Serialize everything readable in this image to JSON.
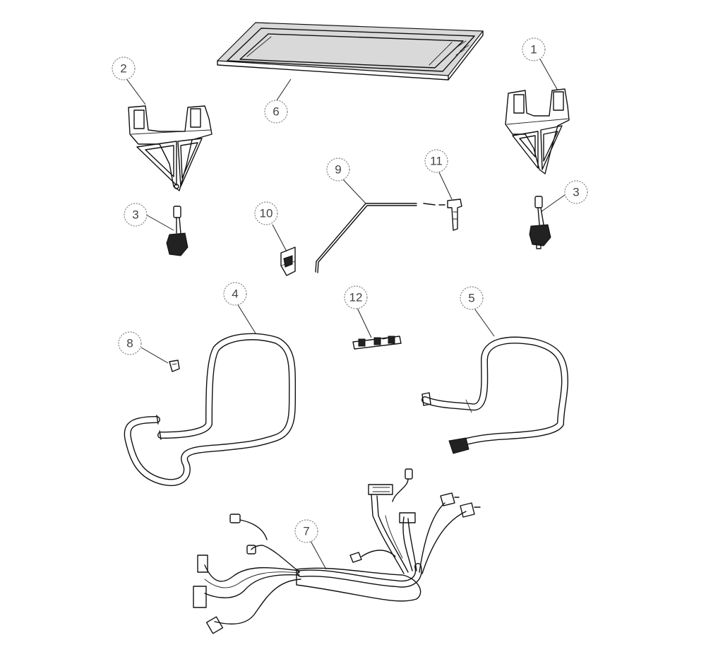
{
  "callouts": [
    {
      "id": "c1",
      "label": "1"
    },
    {
      "id": "c2",
      "label": "2"
    },
    {
      "id": "c3a",
      "label": "3"
    },
    {
      "id": "c3b",
      "label": "3"
    },
    {
      "id": "c4",
      "label": "4"
    },
    {
      "id": "c5",
      "label": "5"
    },
    {
      "id": "c6",
      "label": "6"
    },
    {
      "id": "c7",
      "label": "7"
    },
    {
      "id": "c8",
      "label": "8"
    },
    {
      "id": "c9",
      "label": "9"
    },
    {
      "id": "c10",
      "label": "10"
    },
    {
      "id": "c11",
      "label": "11"
    },
    {
      "id": "c12",
      "label": "12"
    }
  ]
}
